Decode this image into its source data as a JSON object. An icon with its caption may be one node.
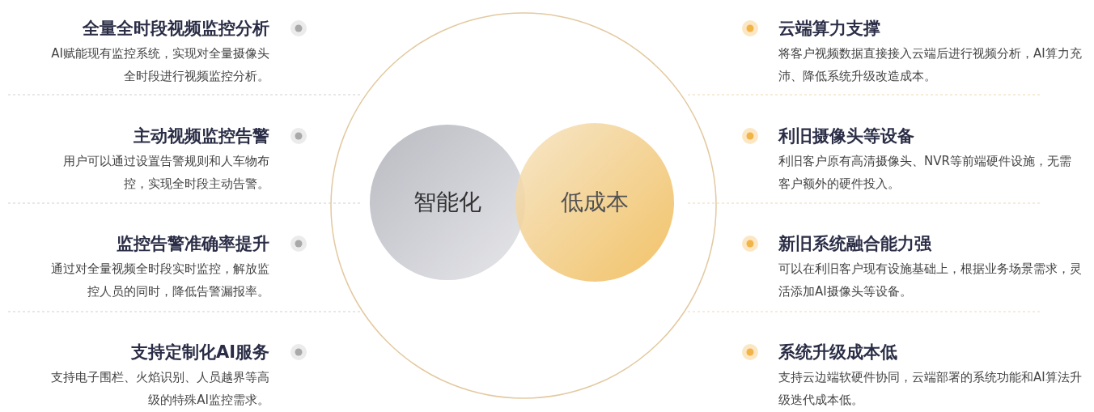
{
  "diagram": {
    "nodes": [
      {
        "text": [
          "智能化"
        ]
      },
      {
        "text": [
          "低成本"
        ]
      }
    ],
    "labels": [
      "全量全时段视频监控分析",
      "AI赋能现有监控系统，实现对全量摄像头全时段进行视频监控分析。",
      "主动视频监控告警",
      "用户可以通过设置告警规则和人车物布控，实现全时段主动告警。",
      "监控告警准确率提升",
      "通过对全量视频全时段实时监控，解放监控人员的同时，降低告警漏报率。",
      "支持定制化AI服务",
      "支持电子围栏、火焰识别、人员越界等高级的特殊AI监控需求。",
      "云端算力支撑",
      "将客户视频数据直接接入云端后进行视频分析，AI算力充沛、降低系统升级改造成本。",
      "利旧摄像头等设备",
      "利旧客户原有高清摄像头、NVR等前端硬件设施，无需客户额外的硬件投入。",
      "新旧系统融合能力强",
      "可以在利旧客户现有设施基础上，根据业务场景需求，灵活添加AI摄像头等设备。",
      "系统升级成本低",
      "支持云边端软硬件协同，云端部署的系统功能和AI算法升级迭代成本低。"
    ]
  }
}
